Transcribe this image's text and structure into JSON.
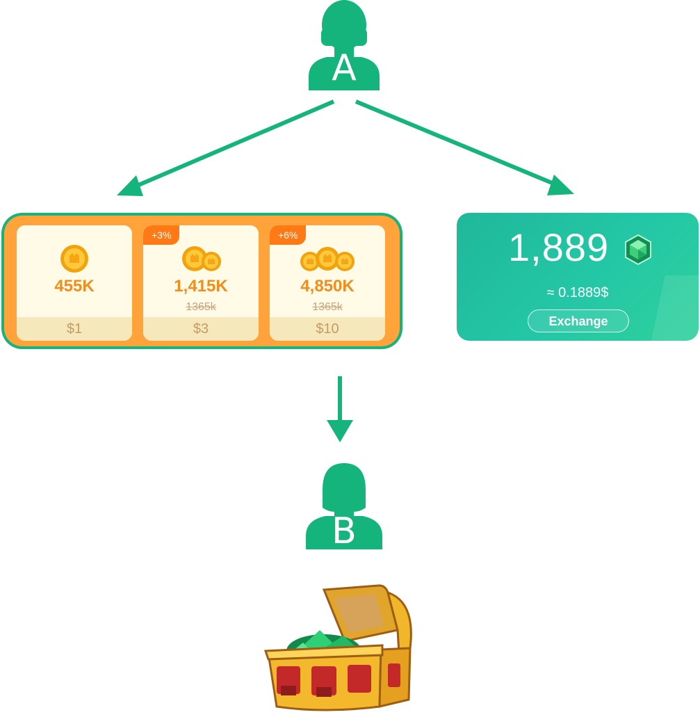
{
  "diagram": {
    "node_a_label": "A",
    "node_b_label": "B"
  },
  "packages": [
    {
      "amount": "455K",
      "price": "$1",
      "badge": "",
      "original": "",
      "coin_count": 1
    },
    {
      "amount": "1,415K",
      "price": "$3",
      "badge": "+3%",
      "original": "1365k",
      "coin_count": 2
    },
    {
      "amount": "4,850K",
      "price": "$10",
      "badge": "+6%",
      "original": "1365k",
      "coin_count": 3
    }
  ],
  "gem_card": {
    "amount": "1,889",
    "approx": "≈ 0.1889$",
    "exchange_label": "Exchange",
    "gem_icon": "emerald-gem-icon"
  },
  "colors": {
    "accent_green": "#15b47c",
    "panel_orange": "#ffa33a",
    "badge_orange": "#ff7a14",
    "coin_gold": "#f5b21a"
  },
  "icons": {
    "person_a": "male-user-icon",
    "person_b": "female-user-icon",
    "reward": "treasure-chest-icon",
    "coin": "gold-coin-icon"
  }
}
